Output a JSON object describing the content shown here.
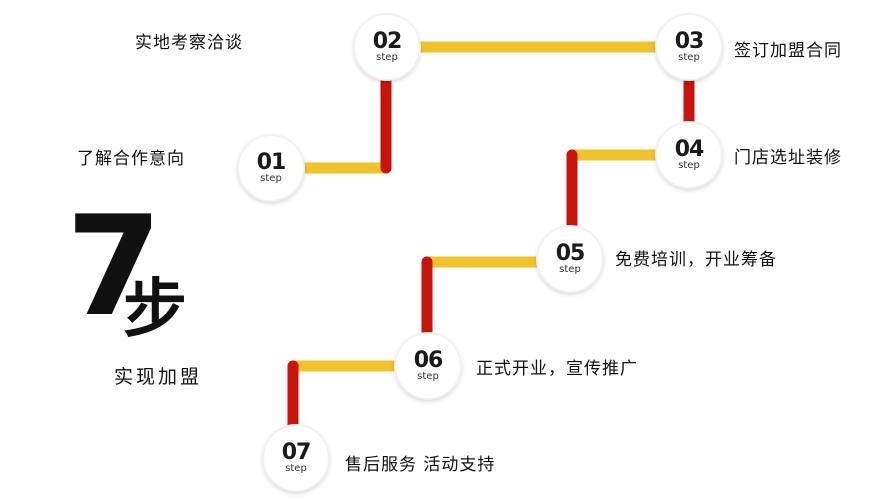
{
  "headline": {
    "number": "7",
    "character": "步",
    "subtitle": "实现加盟"
  },
  "colors": {
    "yellow": "#f0c22b",
    "red": "#c8140c"
  },
  "steps": [
    {
      "num": "01",
      "sub": "step",
      "label": "了解合作意向"
    },
    {
      "num": "02",
      "sub": "step",
      "label": "实地考察洽谈"
    },
    {
      "num": "03",
      "sub": "step",
      "label": "签订加盟合同"
    },
    {
      "num": "04",
      "sub": "step",
      "label": "门店选址装修"
    },
    {
      "num": "05",
      "sub": "step",
      "label": "免费培训，开业筹备"
    },
    {
      "num": "06",
      "sub": "step",
      "label": "正式开业，宣传推广"
    },
    {
      "num": "07",
      "sub": "step",
      "label": "售后服务 活动支持"
    }
  ]
}
